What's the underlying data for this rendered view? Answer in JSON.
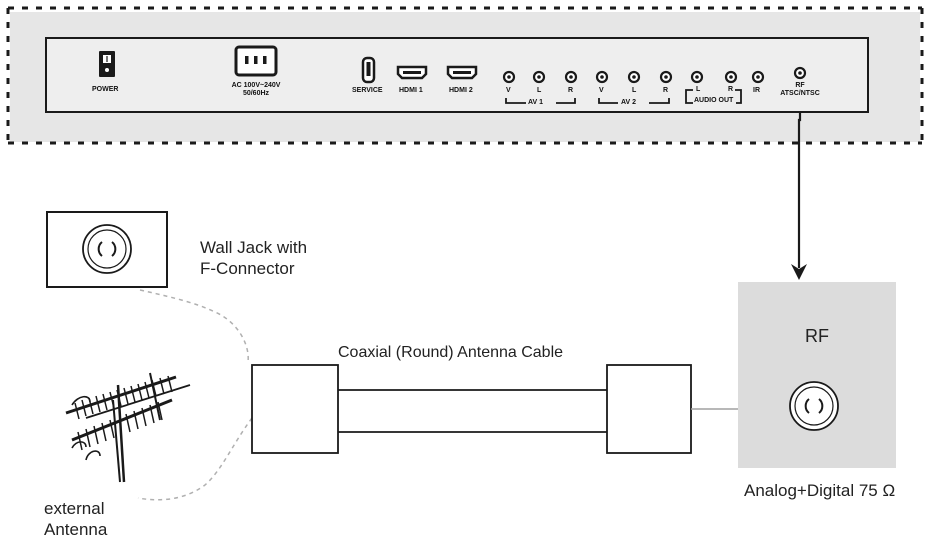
{
  "tv_panel": {
    "power": "POWER",
    "ac_line1": "AC 100V~240V",
    "ac_line2": "50/60Hz",
    "service": "SERVICE",
    "hdmi1": "HDMI 1",
    "hdmi2": "HDMI 2",
    "av1": {
      "v": "V",
      "l": "L",
      "r": "R",
      "group": "AV 1"
    },
    "av2": {
      "v": "V",
      "l": "L",
      "r": "R",
      "group": "AV 2"
    },
    "audio_out": {
      "l": "L",
      "r": "R",
      "group": "AUDIO OUT"
    },
    "ir": "IR",
    "rf_line1": "RF",
    "rf_line2": "ATSC/NTSC"
  },
  "wall_jack": {
    "label_line1": "Wall Jack with",
    "label_line2": "F-Connector"
  },
  "antenna": {
    "label_line1": "external",
    "label_line2": "Antenna"
  },
  "cable": {
    "label": "Coaxial (Round) Antenna Cable"
  },
  "rf_box": {
    "title": "RF",
    "caption": "Analog+Digital 75 Ω"
  },
  "colors": {
    "panel_bg": "#e6e6e6",
    "rf_bg": "#dcdcdc",
    "line": "#1a1a1a",
    "dashed_gray": "#b0b0b0"
  },
  "icons": [
    "power-switch-icon",
    "ac-socket-icon",
    "usb-port-icon",
    "hdmi-port-icon",
    "rca-jack-icon",
    "coax-connector-icon",
    "antenna-icon",
    "arrow-down-icon"
  ]
}
